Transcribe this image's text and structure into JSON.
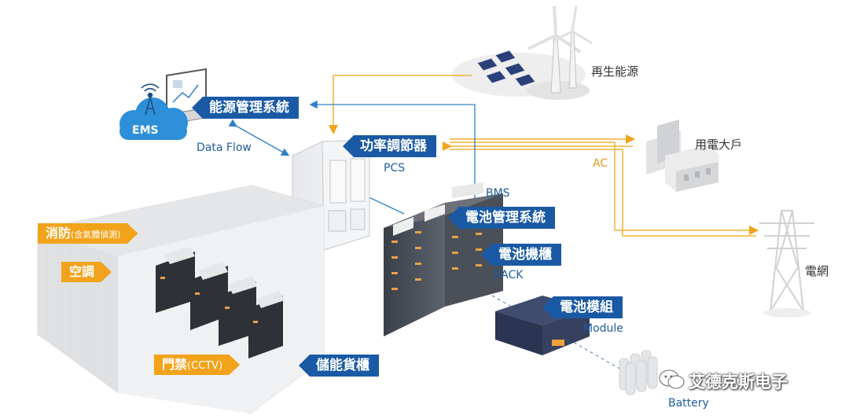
{
  "labels": {
    "renewable": "再生能源",
    "ems_title": "能源管理系統",
    "ems_badge": "EMS",
    "data_flow": "Data Flow",
    "pcs_title": "功率調節器",
    "pcs_caption": "PCS",
    "large_user": "用電大戶",
    "ac": "AC",
    "grid": "電網",
    "bms_caption": "BMS",
    "bms_title": "電池管理系統",
    "rack_title": "電池機櫃",
    "rack_caption": "RACK",
    "module_title": "電池模組",
    "module_caption": "Module",
    "battery_caption": "Battery",
    "container_title": "儲能貨櫃",
    "fire_main": "消防",
    "fire_sub": "(含氣體偵測)",
    "aircon": "空調",
    "access_main": "門禁",
    "access_sub": "(CCTV)"
  },
  "watermark": "艾德克斯电子",
  "colors": {
    "blue_tag": "#1a5aa5",
    "orange_tag": "#f2a31b",
    "ac_line": "#f2b233",
    "data_line": "#2f7fc8"
  },
  "icons": [
    "ems-cloud-icon",
    "antenna-icon",
    "laptop-icon",
    "solar-panel-icon",
    "wind-turbine-icon",
    "building-icon",
    "power-tower-icon",
    "battery-cell-icon",
    "wechat-icon"
  ]
}
